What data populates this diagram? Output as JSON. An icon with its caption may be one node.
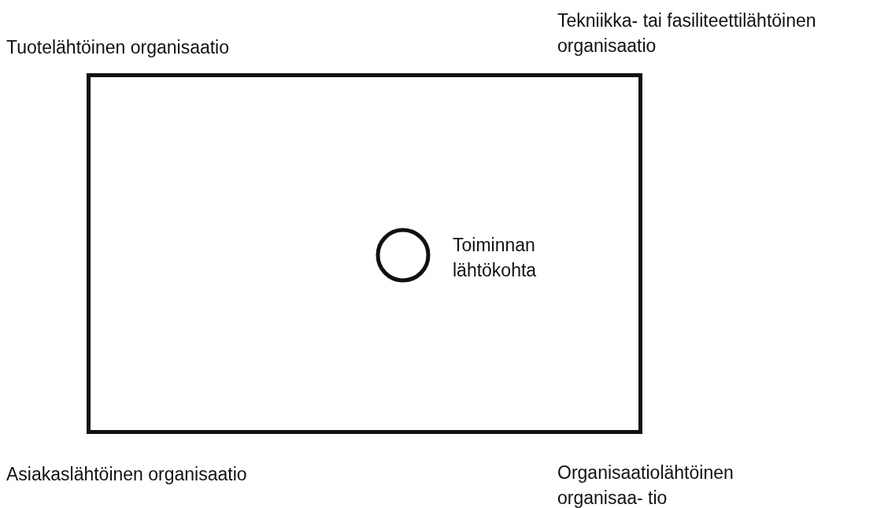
{
  "diagram": {
    "nodes": [
      {
        "text": [],
        "shape": "box"
      },
      {
        "text": [],
        "shape": "circle",
        "in": 0,
        "beside": [
          "Toiminnan lähtökohta"
        ]
      }
    ],
    "labels": [
      "Tekniikka- tai fasiliteettilähtöinen organisaatio",
      "Tuotelähtöinen organisaatio",
      "Asiakaslähtöinen organisaatio",
      "Organisaatiolähtöinen organisaa- tio"
    ]
  }
}
